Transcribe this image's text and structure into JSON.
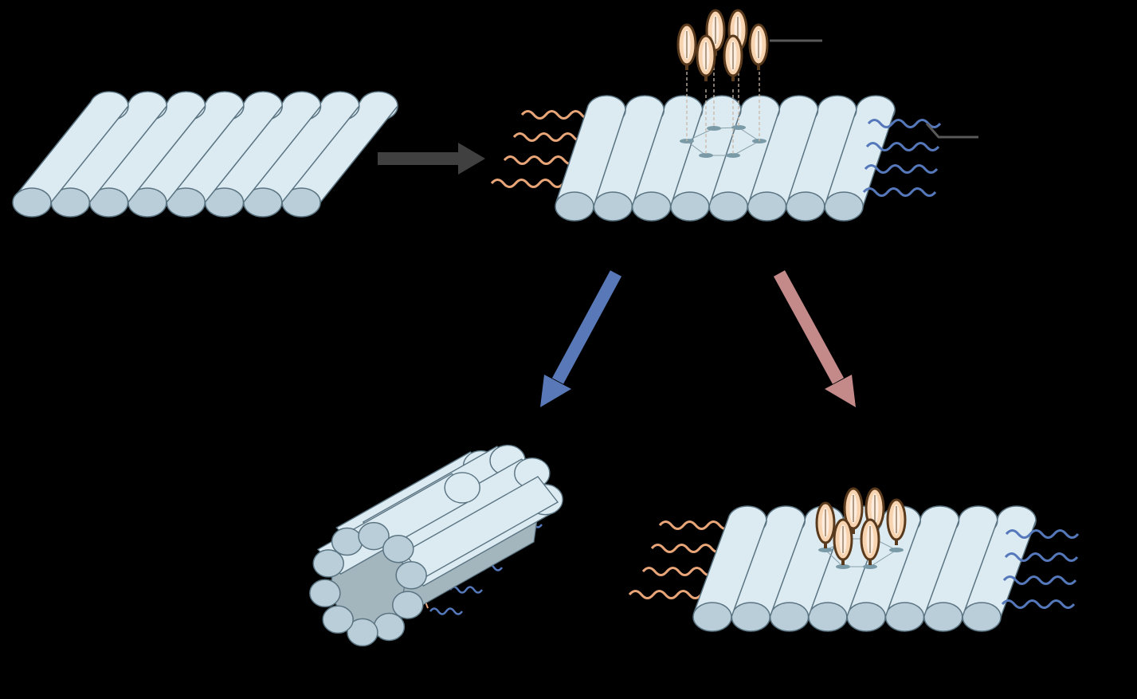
{
  "colors": {
    "background": "#000000",
    "tube_fill": "#dcebf2",
    "tube_end": "#b9ced8",
    "tube_stroke": "#5b7482",
    "bundle_inner": "#a3b5bd",
    "orange_wave": "#e8a577",
    "blue_wave": "#5578bb",
    "gray_arrow": "#404040",
    "blue_arrow": "#5878b8",
    "pink_arrow": "#c48a8a",
    "particle_fill": "#f8d3b0",
    "particle_stroke": "#5a3a1c",
    "leader_line": "#595959"
  },
  "icons": {
    "process_arrow": "right-arrow-icon",
    "branch_left": "down-left-arrow-icon",
    "branch_right": "down-right-arrow-icon"
  },
  "panels": [
    "flat-sheet",
    "functionalized-sheet",
    "rolled-tube-bundle",
    "particle-bound-sheet"
  ]
}
